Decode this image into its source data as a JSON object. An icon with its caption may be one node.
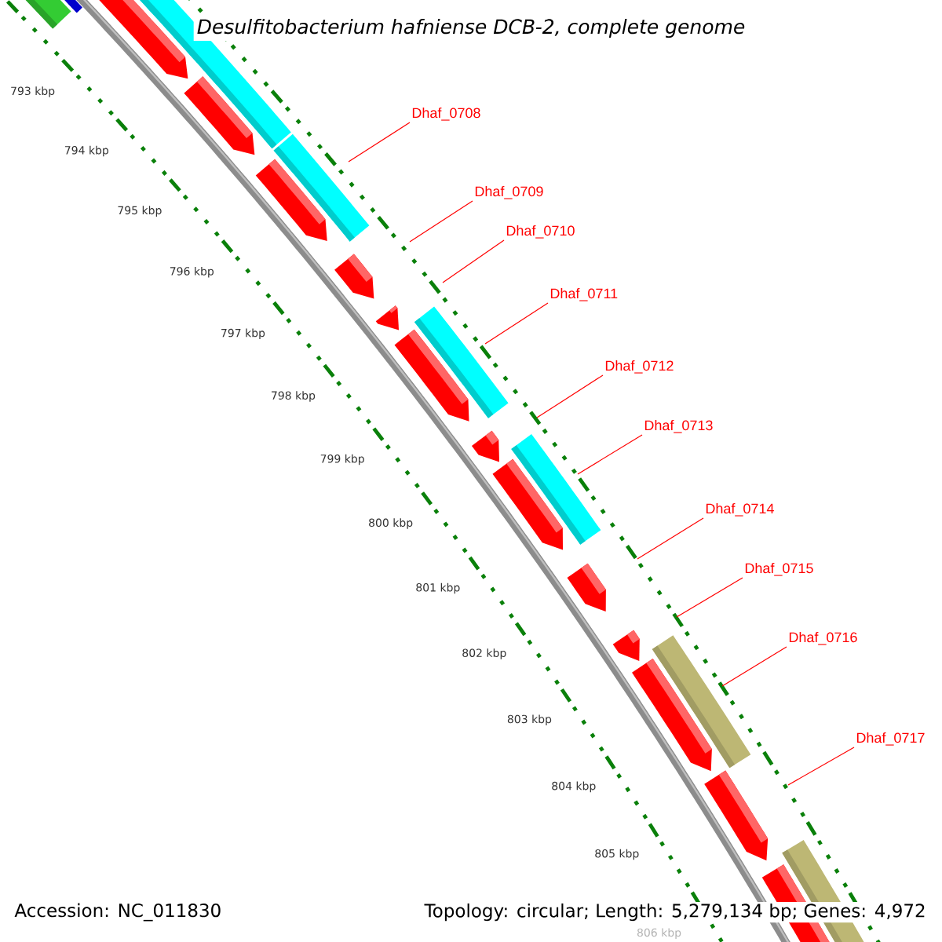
{
  "diagram": {
    "title": "Desulfitobacterium hafniense DCB-2, complete genome",
    "nodes": [
      {
        "text": [
          "Dhaf_0708"
        ]
      },
      {
        "text": [
          "Dhaf_0709"
        ]
      },
      {
        "text": [
          "Dhaf_0710"
        ]
      },
      {
        "text": [
          "Dhaf_0711"
        ]
      },
      {
        "text": [
          "Dhaf_0712"
        ]
      },
      {
        "text": [
          "Dhaf_0713"
        ]
      },
      {
        "text": [
          "Dhaf_0714"
        ]
      },
      {
        "text": [
          "Dhaf_0715"
        ]
      },
      {
        "text": [
          "Dhaf_0716"
        ]
      },
      {
        "text": [
          "Dhaf_0717"
        ]
      }
    ],
    "edges": [
      {
        "from": 0,
        "to": null,
        "arrow": "none"
      },
      {
        "from": 1,
        "to": null,
        "arrow": "none"
      },
      {
        "from": 2,
        "to": null,
        "arrow": "none"
      },
      {
        "from": 3,
        "to": null,
        "arrow": "none"
      },
      {
        "from": 4,
        "to": null,
        "arrow": "none"
      },
      {
        "from": 5,
        "to": null,
        "arrow": "none"
      },
      {
        "from": 6,
        "to": null,
        "arrow": "none"
      },
      {
        "from": 7,
        "to": null,
        "arrow": "none"
      },
      {
        "from": 8,
        "to": null,
        "arrow": "none"
      },
      {
        "from": 9,
        "to": null,
        "arrow": "none"
      }
    ],
    "labels": [
      "793 kbp",
      "794 kbp",
      "795 kbp",
      "796 kbp",
      "797 kbp",
      "798 kbp",
      "799 kbp",
      "800 kbp",
      "801 kbp",
      "802 kbp",
      "803 kbp",
      "804 kbp",
      "805 kbp",
      "806 kbp",
      "Accession: NC_011830",
      "Topology: circular; Length: 5,279,134 bp; Genes: 4,972"
    ]
  }
}
